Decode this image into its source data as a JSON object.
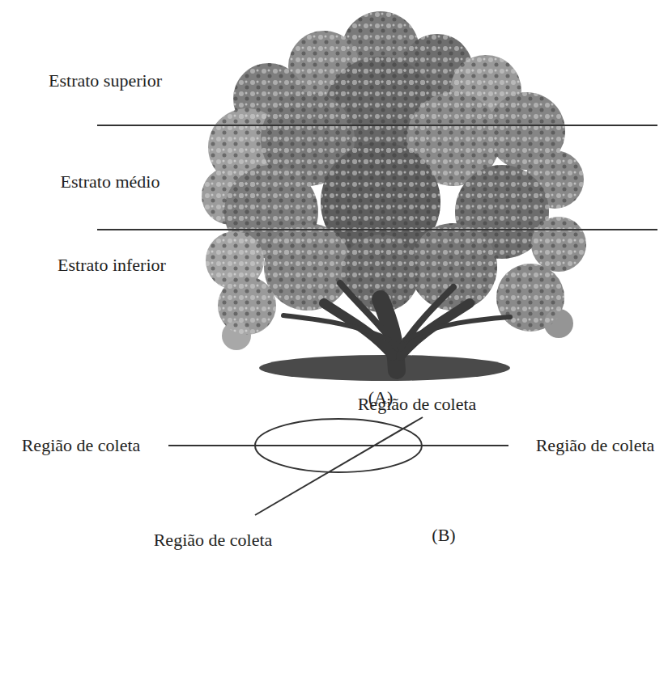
{
  "diagram": {
    "labels": [
      "Estrato superior",
      "Estrato médio",
      "Estrato inferior",
      "(A)",
      "Região de coleta",
      "Região de coleta",
      "Região de coleta",
      "Região de coleta",
      "(B)"
    ]
  }
}
